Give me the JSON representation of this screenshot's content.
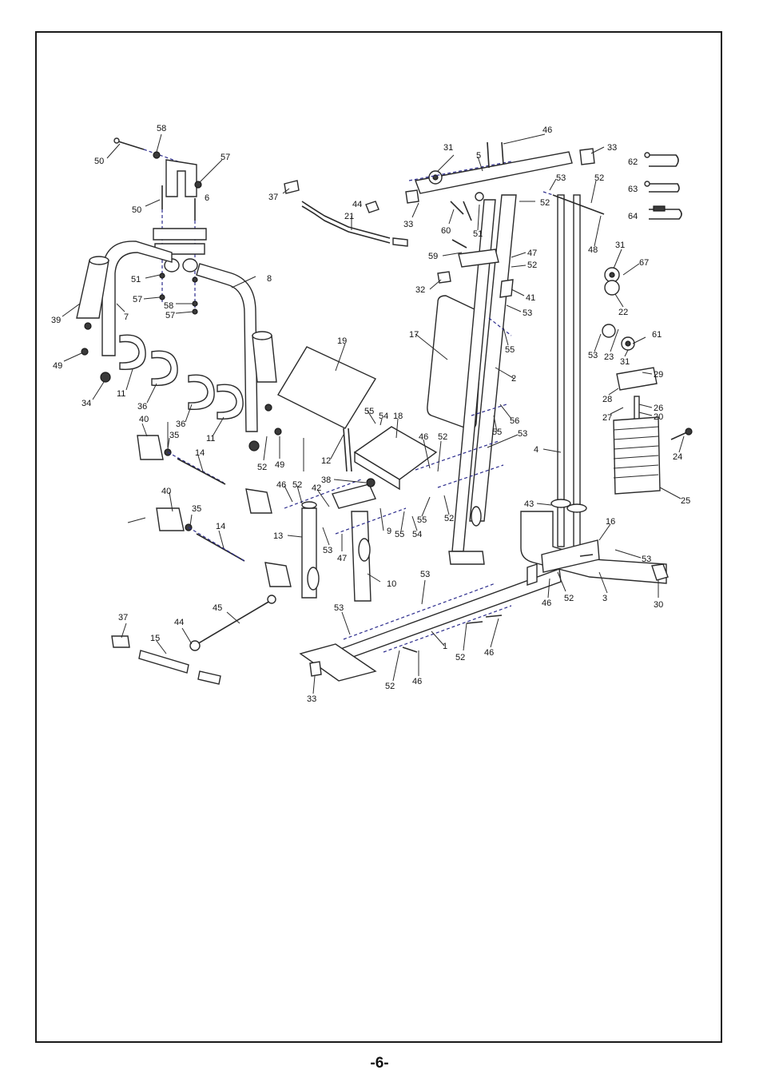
{
  "page": {
    "number": "-6-"
  },
  "part_labels": [
    "1",
    "2",
    "3",
    "4",
    "5",
    "6",
    "7",
    "8",
    "9",
    "10",
    "11",
    "12",
    "13",
    "14",
    "15",
    "16",
    "17",
    "18",
    "19",
    "20",
    "21",
    "22",
    "23",
    "24",
    "25",
    "26",
    "27",
    "28",
    "29",
    "30",
    "31",
    "32",
    "33",
    "34",
    "35",
    "36",
    "37",
    "38",
    "39",
    "40",
    "41",
    "42",
    "43",
    "44",
    "45",
    "46",
    "47",
    "48",
    "49",
    "50",
    "51",
    "52",
    "53",
    "54",
    "55",
    "56",
    "57",
    "58",
    "59",
    "60",
    "61",
    "62",
    "63",
    "64",
    "67"
  ]
}
